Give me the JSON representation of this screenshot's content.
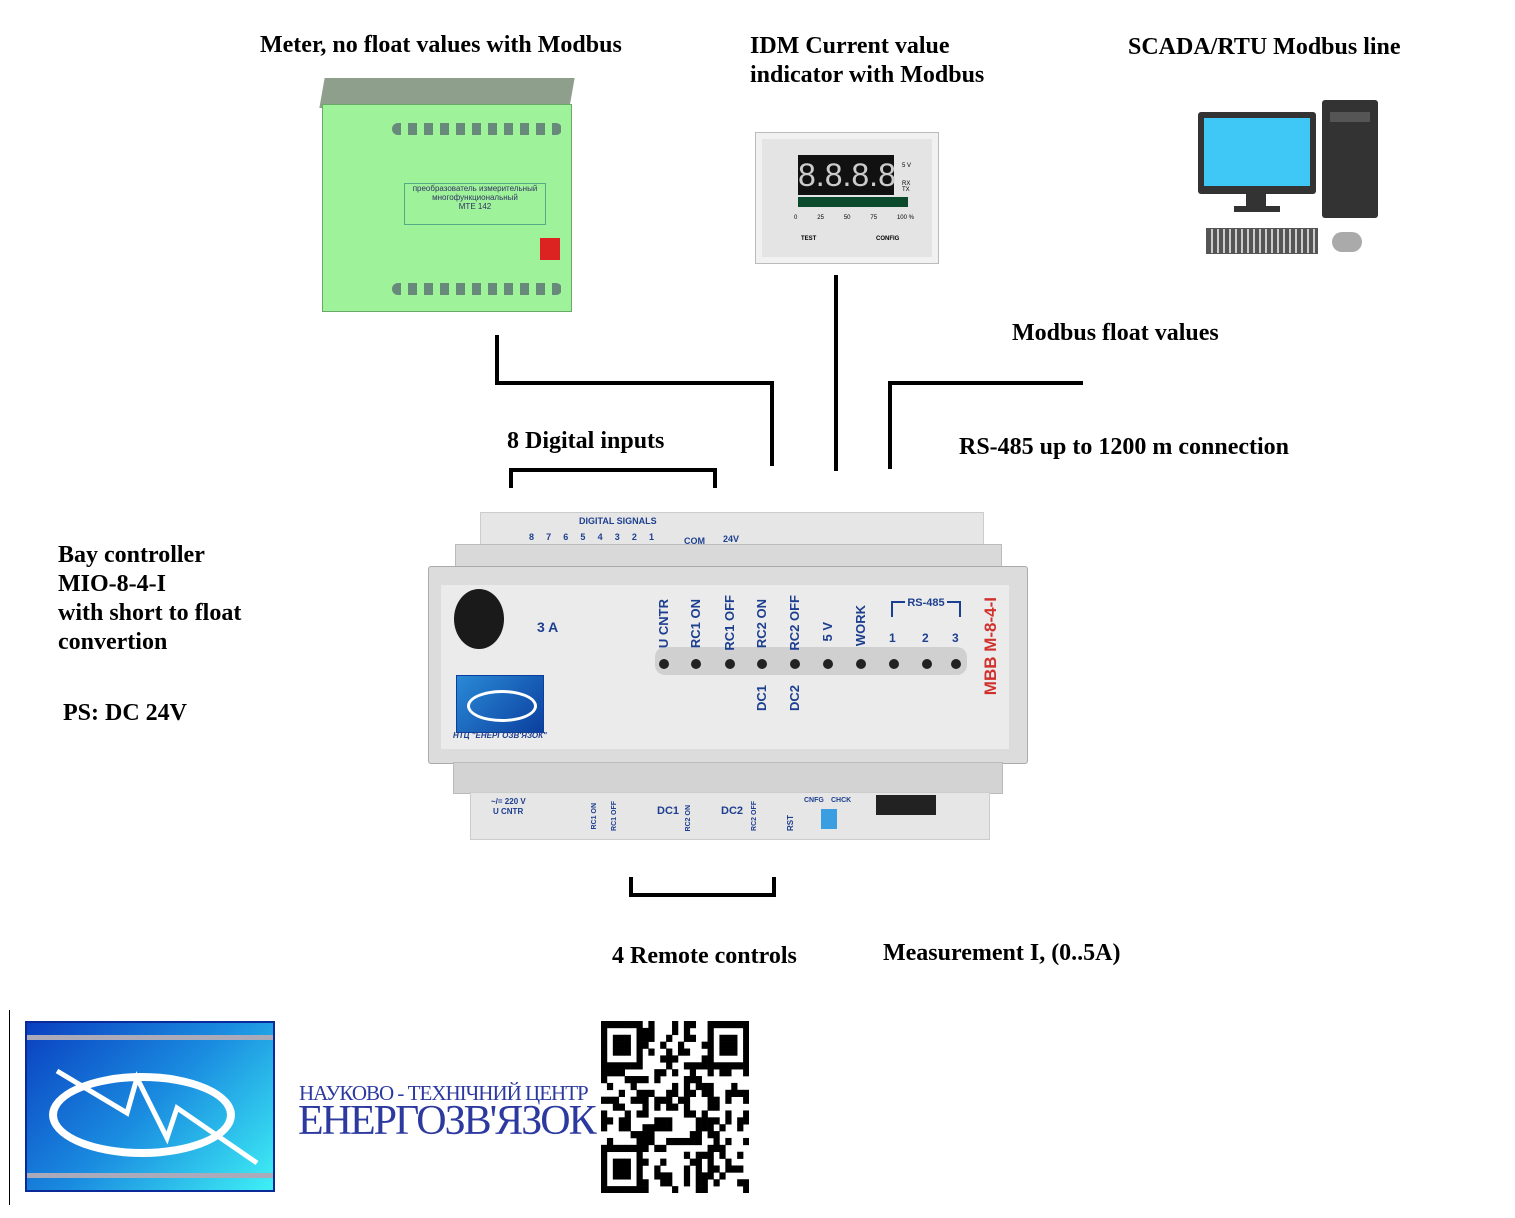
{
  "labels": {
    "meter": "Meter, no float values with Modbus",
    "idm_line1": "IDM Current value",
    "idm_line2": "indicator with Modbus",
    "scada": "SCADA/RTU Modbus line",
    "modbus_float": "Modbus float values",
    "digital_inputs": "8 Digital inputs",
    "rs485": "RS-485 up to 1200 m connection",
    "bay_lines": [
      "Bay controller",
      "MIO-8-4-I",
      "with short to float",
      "convertion"
    ],
    "ps": "PS: DC 24V",
    "remote_controls": "4 Remote controls",
    "measurement": "Measurement I, (0..5A)"
  },
  "meter": {
    "model": "MTE 142",
    "text": "преобразователь измерительный многофункциональный"
  },
  "idm": {
    "display": "8.8.8.8",
    "scale": [
      "0",
      "25",
      "50",
      "75",
      "100 %"
    ],
    "buttons": [
      "TEST",
      "CONFIG"
    ],
    "leds": [
      "5 V",
      "RX TX"
    ]
  },
  "controller": {
    "top_label": "DIGITAL SIGNALS",
    "top_inputs": [
      "8",
      "7",
      "6",
      "5",
      "4",
      "3",
      "2",
      "1"
    ],
    "com": "COM",
    "power": "24V",
    "fuse": "3 A",
    "led_labels": [
      "U CNTR",
      "RC1 ON",
      "RC1 OFF",
      "RC2 ON",
      "RC2 OFF",
      "5 V",
      "WORK",
      "1",
      "2",
      "3"
    ],
    "rs485_group": "RS-485",
    "dc_labels": [
      "DC1",
      "DC2"
    ],
    "model": "MBB M-8-4-I",
    "brand": "НТЦ \"ЕНЕРГОЗВ'ЯЗОК\"",
    "bottom_labels": [
      "~/= 220 V",
      "U CNTR",
      "RC1 ON",
      "RC1 OFF",
      "DC1",
      "RC2 ON",
      "DC2",
      "RC2 OFF",
      "RST",
      "CNFG",
      "CHCK"
    ]
  },
  "footer": {
    "company_line1": "НАУКОВО - ТЕХНІЧНИЙ  ЦЕНТР",
    "company_line2": "ЕНЕРГОЗВ'ЯЗОК"
  },
  "colors": {
    "model_red": "#d0312d",
    "label_blue": "#1d3f8f",
    "meter_green": "#9ef29a",
    "screen_blue": "#3fc8f5"
  }
}
